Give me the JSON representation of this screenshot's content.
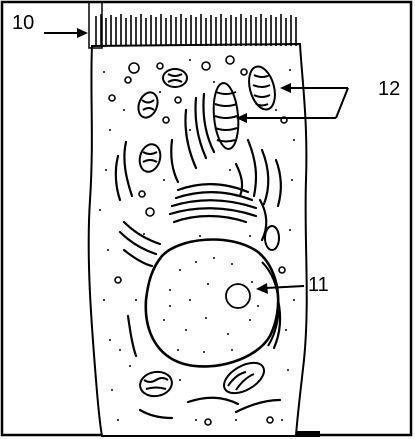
{
  "labels": {
    "microvilli": "10",
    "nucleus": "11",
    "mitochondria": "12"
  },
  "colors": {
    "ink": "#000000",
    "paper": "#ffffff"
  }
}
